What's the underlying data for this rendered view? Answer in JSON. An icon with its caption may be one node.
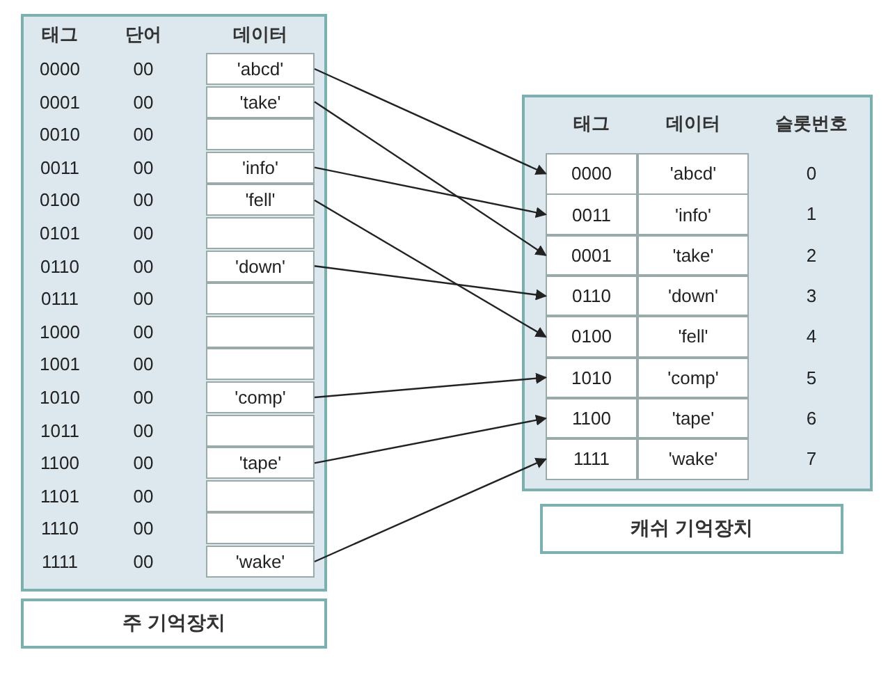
{
  "diagram": {
    "nodes": [
      {
        "text": [],
        "shape": "box"
      },
      {
        "text": [
          "'abcd'"
        ],
        "in": 0
      },
      {
        "text": [
          "'take'"
        ],
        "in": 0
      },
      {
        "text": [],
        "shape": "box",
        "in": 0
      },
      {
        "text": [
          "'info'"
        ],
        "in": 0
      },
      {
        "text": [
          "'fell'"
        ],
        "in": 0
      },
      {
        "text": [],
        "shape": "box",
        "in": 0
      },
      {
        "text": [
          "'down'"
        ],
        "in": 0
      },
      {
        "text": [],
        "shape": "box",
        "in": 0
      },
      {
        "text": [],
        "shape": "box",
        "in": 0
      },
      {
        "text": [],
        "shape": "box",
        "in": 0
      },
      {
        "text": [
          "'comp'"
        ],
        "in": 0
      },
      {
        "text": [],
        "shape": "box",
        "in": 0
      },
      {
        "text": [
          "'tape'"
        ],
        "in": 0
      },
      {
        "text": [],
        "shape": "box",
        "in": 0
      },
      {
        "text": [],
        "shape": "box",
        "in": 0
      },
      {
        "text": [
          "'wake'"
        ],
        "in": 0
      },
      {
        "text": [
          "주 기억장치"
        ]
      },
      {
        "text": [],
        "shape": "box"
      },
      {
        "text": [
          "0000"
        ],
        "in": 18
      },
      {
        "text": [
          "'abcd'"
        ],
        "in": 18
      },
      {
        "text": [
          "0011"
        ],
        "in": 18
      },
      {
        "text": [
          "'info'"
        ],
        "in": 18
      },
      {
        "text": [
          "0001"
        ],
        "in": 18
      },
      {
        "text": [
          "'take'"
        ],
        "in": 18
      },
      {
        "text": [
          "0110"
        ],
        "in": 18
      },
      {
        "text": [
          "'down'"
        ],
        "in": 18
      },
      {
        "text": [
          "0100"
        ],
        "in": 18
      },
      {
        "text": [
          "'fell'"
        ],
        "in": 18
      },
      {
        "text": [
          "1010"
        ],
        "in": 18
      },
      {
        "text": [
          "'comp'"
        ],
        "in": 18
      },
      {
        "text": [
          "1100"
        ],
        "in": 18
      },
      {
        "text": [
          "'tape'"
        ],
        "in": 18
      },
      {
        "text": [
          "1111"
        ],
        "in": 18
      },
      {
        "text": [
          "'wake'"
        ],
        "in": 18
      },
      {
        "text": [
          "캐쉬 기억장치"
        ]
      }
    ],
    "edges": [
      {
        "from": 1,
        "to": 19,
        "arrow": "to"
      },
      {
        "from": 2,
        "to": 23,
        "arrow": "to"
      },
      {
        "from": 4,
        "to": 21,
        "arrow": "to"
      },
      {
        "from": 5,
        "to": 27,
        "arrow": "to"
      },
      {
        "from": 7,
        "to": 25,
        "arrow": "to"
      },
      {
        "from": 11,
        "to": 29,
        "arrow": "to"
      },
      {
        "from": 13,
        "to": 31,
        "arrow": "to"
      },
      {
        "from": 16,
        "to": 33,
        "arrow": "to"
      }
    ],
    "labels": [
      "태그",
      "단어",
      "데이터",
      "0000",
      "00",
      "0001",
      "00",
      "0010",
      "00",
      "0011",
      "00",
      "0100",
      "00",
      "0101",
      "00",
      "0110",
      "00",
      "0111",
      "00",
      "1000",
      "00",
      "1001",
      "00",
      "1010",
      "00",
      "1011",
      "00",
      "1100",
      "00",
      "1101",
      "00",
      "1110",
      "00",
      "1111",
      "00",
      "태그",
      "데이터",
      "슬롯번호",
      "0",
      "1",
      "2",
      "3",
      "4",
      "5",
      "6",
      "7"
    ]
  }
}
